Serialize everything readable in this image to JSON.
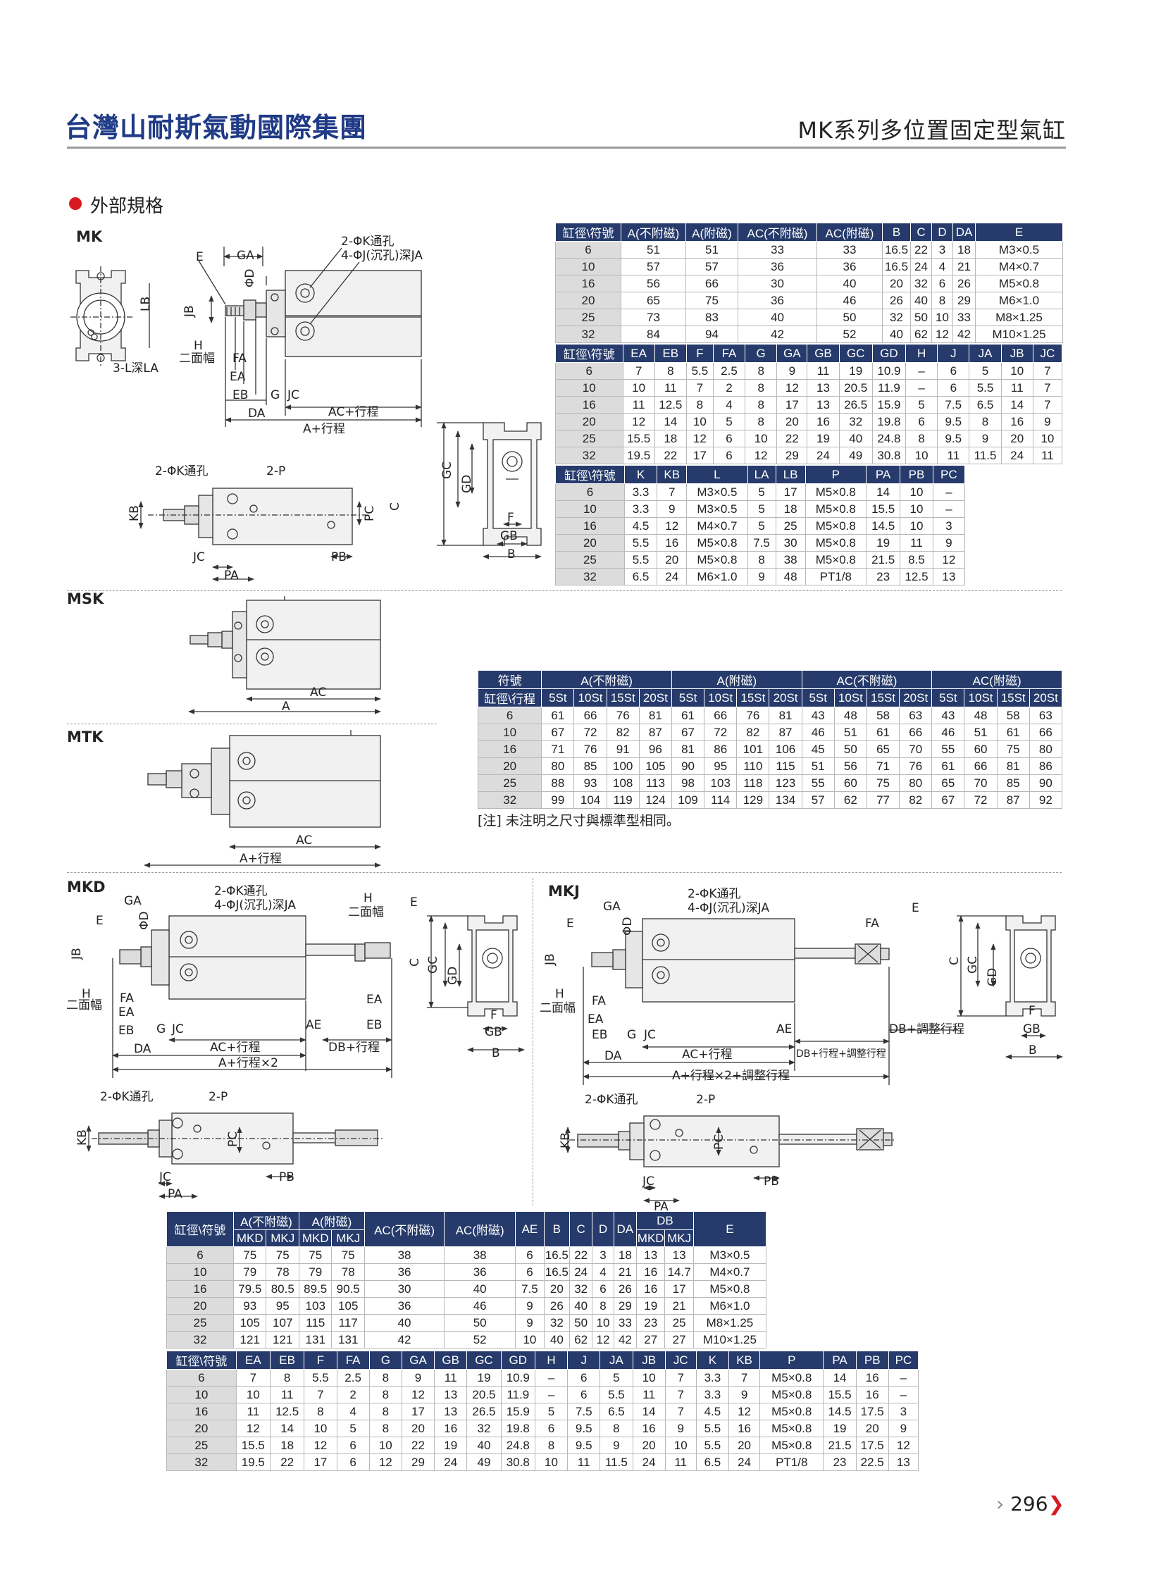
{
  "header": {
    "brand": "台灣山耐斯氣動國際集團",
    "series": "MK系列多位置固定型氣缸"
  },
  "section": {
    "title": "外部規格"
  },
  "models": {
    "mk": "MK",
    "msk": "MSK",
    "mtk": "MTK",
    "mkd": "MKD",
    "mkj": "MKJ"
  },
  "note": "[注] 未注明之尺寸與標準型相同。",
  "page_number": "296",
  "labels": {
    "k_hole": "2-ΦK通孔",
    "j_hole": "4-ΦJ(沉孔)深JA",
    "l_depth": "3-L深LA",
    "two_face": "二面幅",
    "p2": "2-P",
    "ac_stroke": "AC+行程",
    "a_stroke": "A+行程",
    "a_stroke_x2": "A+行程×2",
    "db_stroke": "DB+行程",
    "a_stroke_x2_adj": "A+行程×2+調整行程",
    "db_stroke_adj": "DB+行程+調整行程",
    "db_adj": "DB+調整行程"
  },
  "table1": {
    "headers": [
      "缸徑\\符號",
      "A(不附磁)",
      "A(附磁)",
      "AC(不附磁)",
      "AC(附磁)",
      "B",
      "C",
      "D",
      "DA",
      "E"
    ],
    "rows": [
      [
        "6",
        "51",
        "51",
        "33",
        "33",
        "16.5",
        "22",
        "3",
        "18",
        "M3×0.5"
      ],
      [
        "10",
        "57",
        "57",
        "36",
        "36",
        "16.5",
        "24",
        "4",
        "21",
        "M4×0.7"
      ],
      [
        "16",
        "56",
        "66",
        "30",
        "40",
        "20",
        "32",
        "6",
        "26",
        "M5×0.8"
      ],
      [
        "20",
        "65",
        "75",
        "36",
        "46",
        "26",
        "40",
        "8",
        "29",
        "M6×1.0"
      ],
      [
        "25",
        "73",
        "83",
        "40",
        "50",
        "32",
        "50",
        "10",
        "33",
        "M8×1.25"
      ],
      [
        "32",
        "84",
        "94",
        "42",
        "52",
        "40",
        "62",
        "12",
        "42",
        "M10×1.25"
      ]
    ]
  },
  "table2": {
    "headers": [
      "缸徑\\符號",
      "EA",
      "EB",
      "F",
      "FA",
      "G",
      "GA",
      "GB",
      "GC",
      "GD",
      "H",
      "J",
      "JA",
      "JB",
      "JC"
    ],
    "rows": [
      [
        "6",
        "7",
        "8",
        "5.5",
        "2.5",
        "8",
        "9",
        "11",
        "19",
        "10.9",
        "–",
        "6",
        "5",
        "10",
        "7"
      ],
      [
        "10",
        "10",
        "11",
        "7",
        "2",
        "8",
        "12",
        "13",
        "20.5",
        "11.9",
        "–",
        "6",
        "5.5",
        "11",
        "7"
      ],
      [
        "16",
        "11",
        "12.5",
        "8",
        "4",
        "8",
        "17",
        "13",
        "26.5",
        "15.9",
        "5",
        "7.5",
        "6.5",
        "14",
        "7"
      ],
      [
        "20",
        "12",
        "14",
        "10",
        "5",
        "8",
        "20",
        "16",
        "32",
        "19.8",
        "6",
        "9.5",
        "8",
        "16",
        "9"
      ],
      [
        "25",
        "15.5",
        "18",
        "12",
        "6",
        "10",
        "22",
        "19",
        "40",
        "24.8",
        "8",
        "9.5",
        "9",
        "20",
        "10"
      ],
      [
        "32",
        "19.5",
        "22",
        "17",
        "6",
        "12",
        "29",
        "24",
        "49",
        "30.8",
        "10",
        "11",
        "11.5",
        "24",
        "11"
      ]
    ]
  },
  "table3": {
    "headers": [
      "缸徑\\符號",
      "K",
      "KB",
      "L",
      "LA",
      "LB",
      "P",
      "PA",
      "PB",
      "PC"
    ],
    "rows": [
      [
        "6",
        "3.3",
        "7",
        "M3×0.5",
        "5",
        "17",
        "M5×0.8",
        "14",
        "10",
        "–"
      ],
      [
        "10",
        "3.3",
        "9",
        "M3×0.5",
        "5",
        "18",
        "M5×0.8",
        "15.5",
        "10",
        "–"
      ],
      [
        "16",
        "4.5",
        "12",
        "M4×0.7",
        "5",
        "25",
        "M5×0.8",
        "14.5",
        "10",
        "3"
      ],
      [
        "20",
        "5.5",
        "16",
        "M5×0.8",
        "7.5",
        "30",
        "M5×0.8",
        "19",
        "11",
        "9"
      ],
      [
        "25",
        "5.5",
        "20",
        "M5×0.8",
        "8",
        "38",
        "M5×0.8",
        "21.5",
        "8.5",
        "12"
      ],
      [
        "32",
        "6.5",
        "24",
        "M6×1.0",
        "9",
        "48",
        "PT1/8",
        "23",
        "12.5",
        "13"
      ]
    ]
  },
  "table4": {
    "corner_top": "符號",
    "corner_bottom": "缸徑\\行程",
    "groups": [
      "A(不附磁)",
      "A(附磁)",
      "AC(不附磁)",
      "AC(附磁)"
    ],
    "strokes": [
      "5St",
      "10St",
      "15St",
      "20St"
    ],
    "rows": [
      [
        "6",
        "61",
        "66",
        "76",
        "81",
        "61",
        "66",
        "76",
        "81",
        "43",
        "48",
        "58",
        "63",
        "43",
        "48",
        "58",
        "63"
      ],
      [
        "10",
        "67",
        "72",
        "82",
        "87",
        "67",
        "72",
        "82",
        "87",
        "46",
        "51",
        "61",
        "66",
        "46",
        "51",
        "61",
        "66"
      ],
      [
        "16",
        "71",
        "76",
        "91",
        "96",
        "81",
        "86",
        "101",
        "106",
        "45",
        "50",
        "65",
        "70",
        "55",
        "60",
        "75",
        "80"
      ],
      [
        "20",
        "80",
        "85",
        "100",
        "105",
        "90",
        "95",
        "110",
        "115",
        "51",
        "56",
        "71",
        "76",
        "61",
        "66",
        "81",
        "86"
      ],
      [
        "25",
        "88",
        "93",
        "108",
        "113",
        "98",
        "103",
        "118",
        "123",
        "55",
        "60",
        "75",
        "80",
        "65",
        "70",
        "85",
        "90"
      ],
      [
        "32",
        "99",
        "104",
        "119",
        "124",
        "109",
        "114",
        "129",
        "134",
        "57",
        "62",
        "77",
        "82",
        "67",
        "72",
        "87",
        "92"
      ]
    ]
  },
  "table5": {
    "corner": "缸徑\\符號",
    "groups": [
      "A(不附磁)",
      "A(附磁)",
      "AC(不附磁)",
      "AC(附磁)",
      "AE",
      "B",
      "C",
      "D",
      "DA",
      "DB",
      "E"
    ],
    "sub": [
      "MKD",
      "MKJ"
    ],
    "rows": [
      [
        "6",
        "75",
        "75",
        "75",
        "75",
        "38",
        "38",
        "6",
        "16.5",
        "22",
        "3",
        "18",
        "13",
        "13",
        "M3×0.5"
      ],
      [
        "10",
        "79",
        "78",
        "79",
        "78",
        "36",
        "36",
        "6",
        "16.5",
        "24",
        "4",
        "21",
        "16",
        "14.7",
        "M4×0.7"
      ],
      [
        "16",
        "79.5",
        "80.5",
        "89.5",
        "90.5",
        "30",
        "40",
        "7.5",
        "20",
        "32",
        "6",
        "26",
        "16",
        "17",
        "M5×0.8"
      ],
      [
        "20",
        "93",
        "95",
        "103",
        "105",
        "36",
        "46",
        "9",
        "26",
        "40",
        "8",
        "29",
        "19",
        "21",
        "M6×1.0"
      ],
      [
        "25",
        "105",
        "107",
        "115",
        "117",
        "40",
        "50",
        "9",
        "32",
        "50",
        "10",
        "33",
        "23",
        "25",
        "M8×1.25"
      ],
      [
        "32",
        "121",
        "121",
        "131",
        "131",
        "42",
        "52",
        "10",
        "40",
        "62",
        "12",
        "42",
        "27",
        "27",
        "M10×1.25"
      ]
    ]
  },
  "table6": {
    "headers": [
      "缸徑\\符號",
      "EA",
      "EB",
      "F",
      "FA",
      "G",
      "GA",
      "GB",
      "GC",
      "GD",
      "H",
      "J",
      "JA",
      "JB",
      "JC",
      "K",
      "KB",
      "P",
      "PA",
      "PB",
      "PC"
    ],
    "rows": [
      [
        "6",
        "7",
        "8",
        "5.5",
        "2.5",
        "8",
        "9",
        "11",
        "19",
        "10.9",
        "–",
        "6",
        "5",
        "10",
        "7",
        "3.3",
        "7",
        "M5×0.8",
        "14",
        "16",
        "–"
      ],
      [
        "10",
        "10",
        "11",
        "7",
        "2",
        "8",
        "12",
        "13",
        "20.5",
        "11.9",
        "–",
        "6",
        "5.5",
        "11",
        "7",
        "3.3",
        "9",
        "M5×0.8",
        "15.5",
        "16",
        "–"
      ],
      [
        "16",
        "11",
        "12.5",
        "8",
        "4",
        "8",
        "17",
        "13",
        "26.5",
        "15.9",
        "5",
        "7.5",
        "6.5",
        "14",
        "7",
        "4.5",
        "12",
        "M5×0.8",
        "14.5",
        "17.5",
        "3"
      ],
      [
        "20",
        "12",
        "14",
        "10",
        "5",
        "8",
        "20",
        "16",
        "32",
        "19.8",
        "6",
        "9.5",
        "8",
        "16",
        "9",
        "5.5",
        "16",
        "M5×0.8",
        "19",
        "20",
        "9"
      ],
      [
        "25",
        "15.5",
        "18",
        "12",
        "6",
        "10",
        "22",
        "19",
        "40",
        "24.8",
        "8",
        "9.5",
        "9",
        "20",
        "10",
        "5.5",
        "20",
        "M5×0.8",
        "21.5",
        "17.5",
        "12"
      ],
      [
        "32",
        "19.5",
        "22",
        "17",
        "6",
        "12",
        "29",
        "24",
        "49",
        "30.8",
        "10",
        "11",
        "11.5",
        "24",
        "11",
        "6.5",
        "24",
        "PT1/8",
        "23",
        "22.5",
        "13"
      ]
    ]
  }
}
